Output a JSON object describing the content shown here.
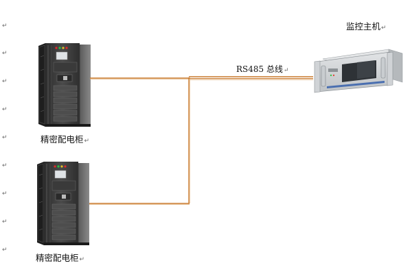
{
  "paragraph_mark": "↵",
  "devices": {
    "cabinet_top_label": "精密配电柜",
    "cabinet_bottom_label": "精密配电柜",
    "host_label": "监控主机"
  },
  "bus": {
    "label": "RS485 总线",
    "color": "#c97a2f"
  }
}
